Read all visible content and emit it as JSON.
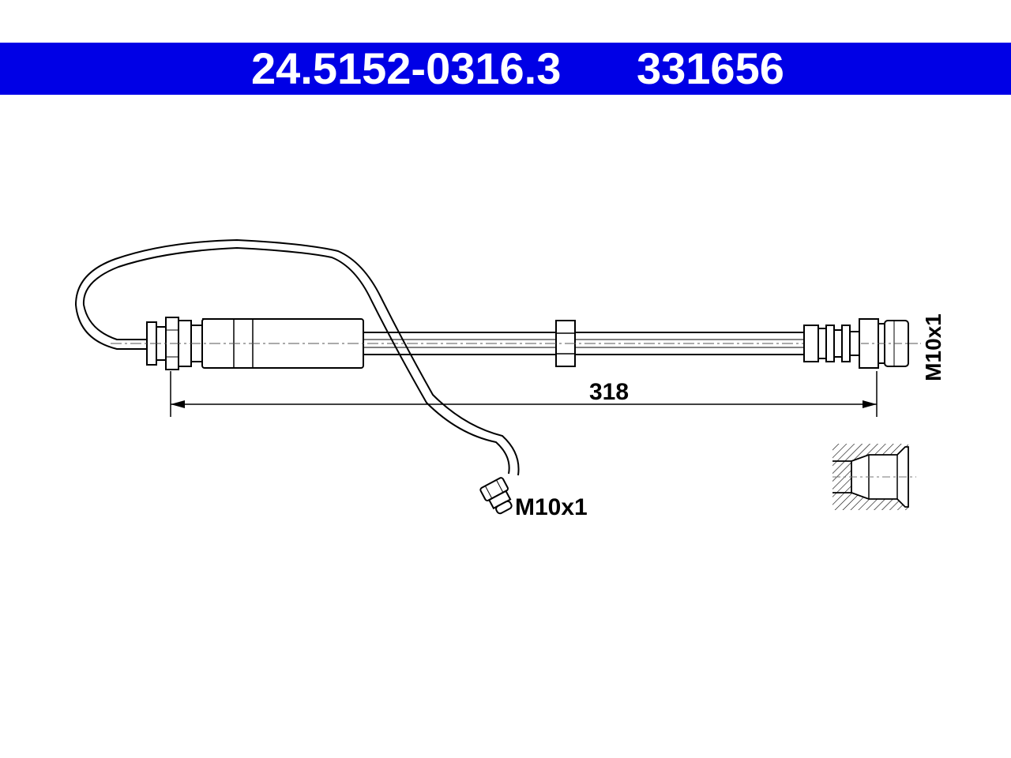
{
  "header": {
    "part_number": "24.5152-0316.3",
    "article_number": "331656",
    "background_color": "#0000e6",
    "text_color": "#ffffff"
  },
  "drawing": {
    "length_dimension": "318",
    "thread_right": "M10x1",
    "thread_bottom": "M10x1",
    "line_color": "#000000"
  }
}
